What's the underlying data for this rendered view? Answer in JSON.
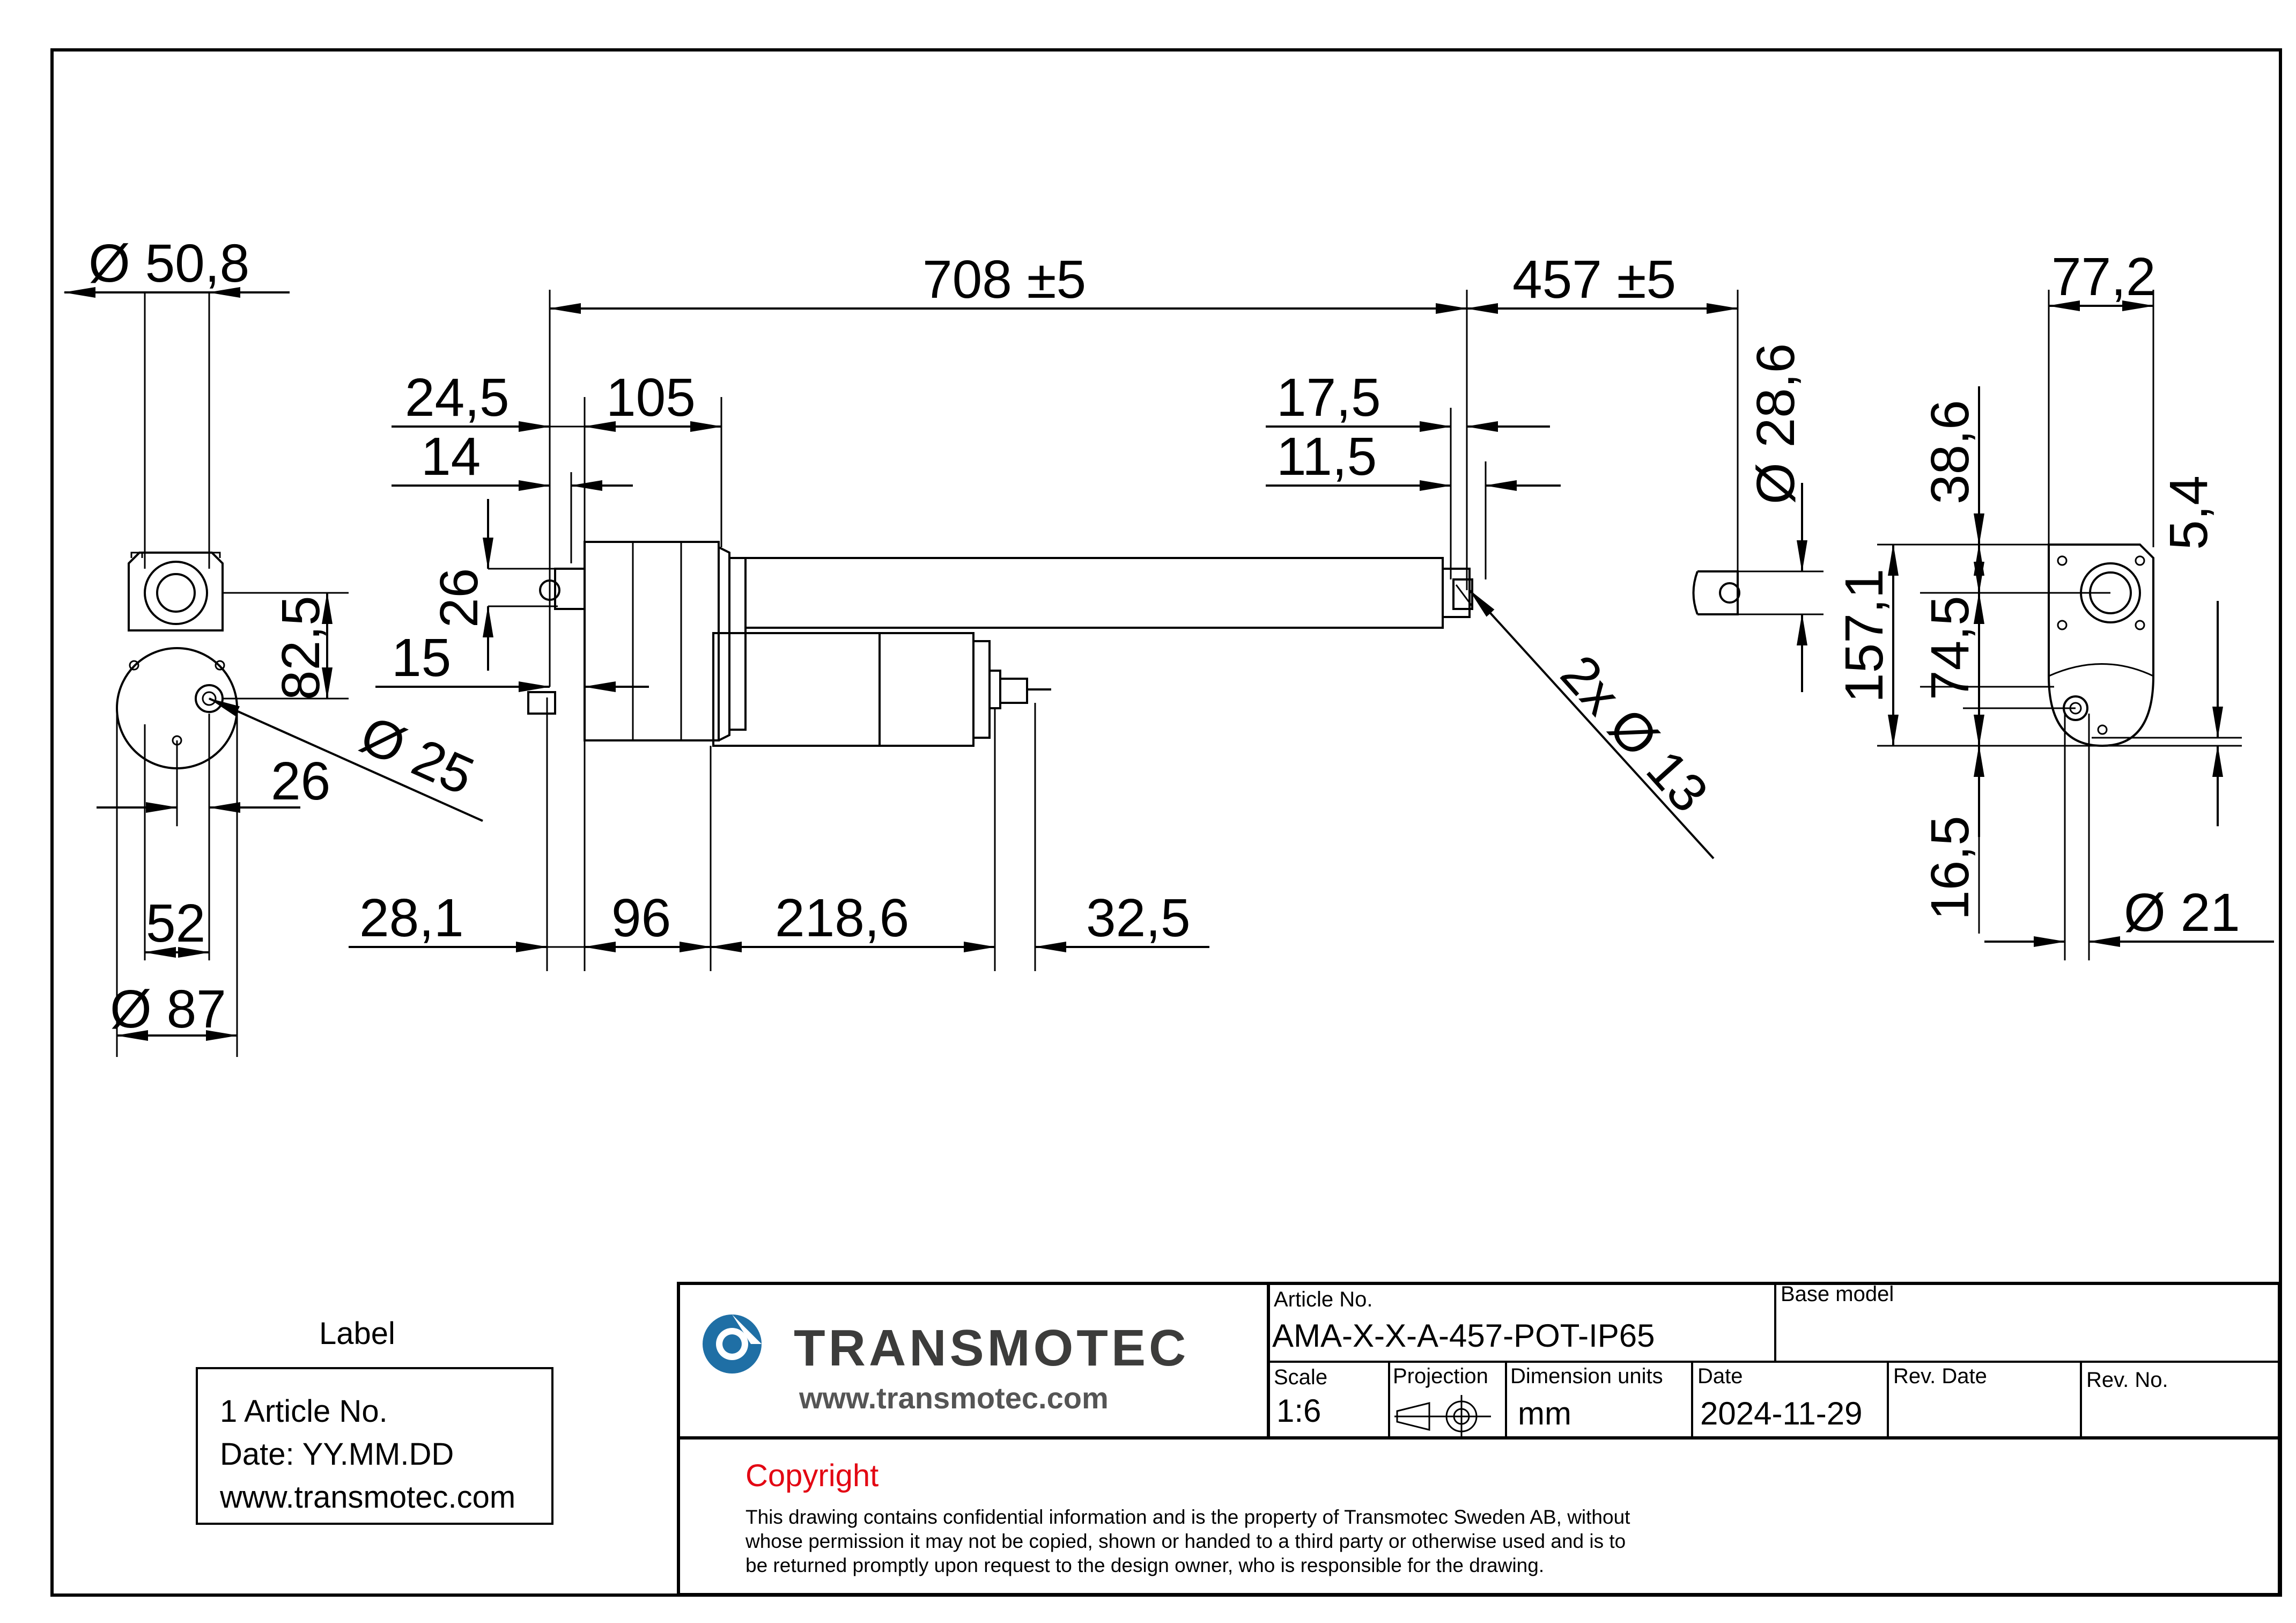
{
  "dimensions": {
    "dia_50_8": "Ø 50,8",
    "d_708": "708 ±5",
    "d_457": "457 ±5",
    "d_77_2": "77,2",
    "d_24_5": "24,5",
    "d_105": "105",
    "d_14": "14",
    "d_17_5": "17,5",
    "d_11_5": "11,5",
    "dia_28_6": "Ø 28,6",
    "d_38_6": "38,6",
    "d_5_4": "5,4",
    "d_26_v": "26",
    "d_82_5": "82,5",
    "d_15": "15",
    "dia_25": "Ø 25",
    "d_26_h": "26",
    "hole_2x13": "2x Ø 13",
    "d_157_1": "157,1",
    "d_74_5": "74,5",
    "d_16_5": "16,5",
    "d_52": "52",
    "dia_87": "Ø 87",
    "d_28_1": "28,1",
    "d_96": "96",
    "d_218_6": "218,6",
    "d_32_5": "32,5",
    "dia_21": "Ø 21"
  },
  "label_box": {
    "title": "Label",
    "line1": "1 Article No.",
    "line2": "Date: YY.MM.DD",
    "line3": "www.transmotec.com"
  },
  "title_block": {
    "brand": "TRANSMOTEC",
    "website": "www.transmotec.com",
    "article_no_label": "Article No.",
    "article_no": "AMA-X-X-A-457-POT-IP65",
    "base_model_label": "Base model",
    "scale_label": "Scale",
    "scale": "1:6",
    "projection_label": "Projection",
    "units_label": "Dimension units",
    "units": "mm",
    "date_label": "Date",
    "date": "2024-11-29",
    "rev_date_label": "Rev. Date",
    "rev_no_label": "Rev. No."
  },
  "copyright": {
    "title": "Copyright",
    "line1": "This drawing contains confidential information and is the property of Transmotec Sweden AB, without",
    "line2": "whose permission it may not be copied, shown or handed to a third party or otherwise used and is to",
    "line3": "be returned promptly upon request to the design owner, who is responsible for the drawing."
  },
  "colors": {
    "copyright_red": "#e30613",
    "logo_blue": "#1f6fa5"
  }
}
